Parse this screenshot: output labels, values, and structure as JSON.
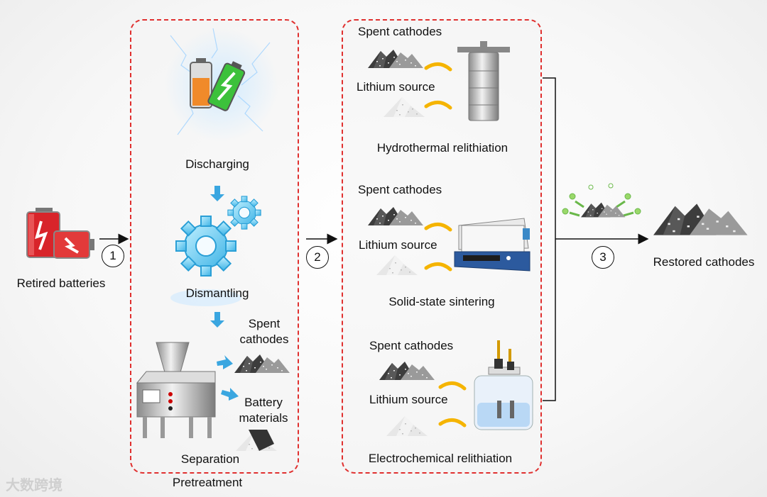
{
  "labels": {
    "retired_batteries": "Retired batteries",
    "discharging": "Discharging",
    "dismantling": "Dismantling",
    "separation": "Separation",
    "pretreatment": "Pretreatment",
    "spent_cathodes_pre_line1": "Spent",
    "spent_cathodes_pre_line2": "cathodes",
    "battery_materials_line1": "Battery",
    "battery_materials_line2": "materials",
    "spent_cathodes": "Spent cathodes",
    "lithium_source": "Lithium source",
    "hydrothermal": "Hydrothermal relithiation",
    "solid_state": "Solid-state sintering",
    "electrochemical": "Electrochemical relithiation",
    "restored_cathodes": "Restored cathodes"
  },
  "steps": [
    "1",
    "2",
    "3"
  ],
  "watermark": "大数跨境",
  "colors": {
    "dashed_border": "#e0302f",
    "arrow_blue": "#3aa6e0",
    "arrow_orange": "#f5b400",
    "battery_red": "#d8242a",
    "battery_green": "#3cc13b"
  }
}
